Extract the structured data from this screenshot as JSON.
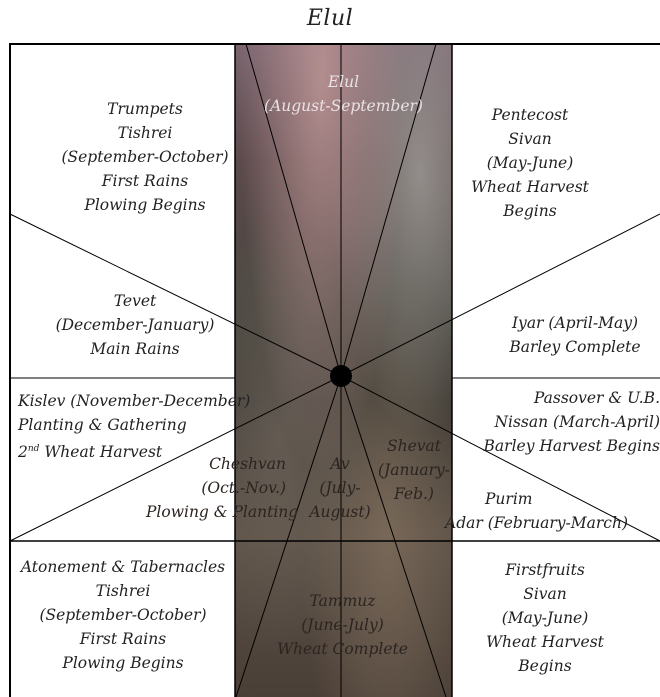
{
  "title": "Elul",
  "center_month": {
    "lines": [
      "Elul",
      "(August-September)"
    ]
  },
  "top_left": {
    "lines": [
      "Trumpets",
      "Tishrei",
      "(September-October)",
      "First Rains",
      "Plowing Begins"
    ]
  },
  "top_right": {
    "lines": [
      "Pentecost",
      "Sivan",
      "(May-June)",
      "Wheat Harvest",
      "Begins"
    ]
  },
  "mid_left": {
    "lines": [
      "Tevet",
      "(December-January)",
      "Main Rains"
    ]
  },
  "mid_right": {
    "lines": [
      "Iyar (April-May)",
      "Barley Complete"
    ]
  },
  "lower_left": {
    "line1": "Kislev (November-December)",
    "line2": "Planting & Gathering",
    "line3_sup_num": "2",
    "line3_sup": "nd",
    "line3_rest": " Wheat Harvest"
  },
  "lower_right": {
    "lines": [
      "Passover & U.B.",
      "Nissan (March-April)",
      "Barley Harvest Begins"
    ]
  },
  "cheshvan": {
    "lines": [
      "Cheshvan",
      "(Oct.-Nov.)",
      "Plowing & Planting"
    ]
  },
  "av": {
    "lines": [
      "Av",
      "(July-",
      "August)"
    ]
  },
  "shevat": {
    "lines": [
      "Shevat",
      "(January-",
      "Feb.)"
    ]
  },
  "purim": {
    "lines": [
      "Purim",
      "Adar (February-March)"
    ]
  },
  "bottom_left": {
    "lines": [
      "Atonement & Tabernacles",
      "Tishrei",
      "(September-October)",
      "First Rains",
      "Plowing Begins"
    ]
  },
  "bottom_center": {
    "lines": [
      "Tammuz",
      "(June-July)",
      "Wheat Complete"
    ]
  },
  "bottom_right": {
    "lines": [
      "Firstfruits",
      "Sivan",
      "(May-June)",
      "Wheat Harvest",
      "Begins"
    ]
  }
}
